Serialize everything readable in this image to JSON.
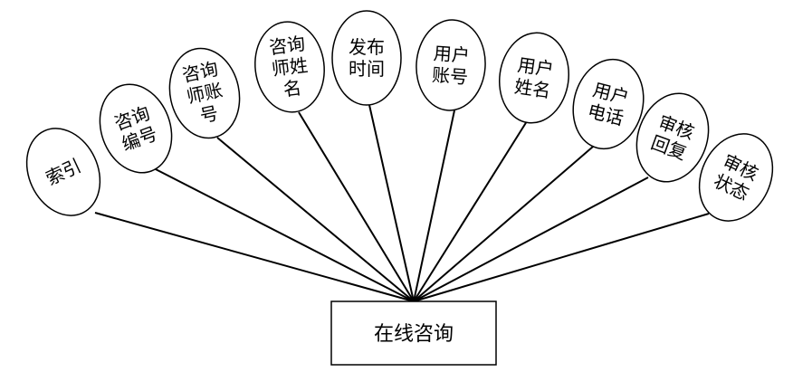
{
  "entity": {
    "label": "在线咨询"
  },
  "attributes": [
    {
      "lines": [
        "索引"
      ]
    },
    {
      "lines": [
        "咨询",
        "编号"
      ]
    },
    {
      "lines": [
        "咨询",
        "师账",
        "号"
      ]
    },
    {
      "lines": [
        "咨询",
        "师姓",
        "名"
      ]
    },
    {
      "lines": [
        "发布",
        "时间"
      ]
    },
    {
      "lines": [
        "用户",
        "账号"
      ]
    },
    {
      "lines": [
        "用户",
        "姓名"
      ]
    },
    {
      "lines": [
        "用户",
        "电话"
      ]
    },
    {
      "lines": [
        "审核",
        "回复"
      ]
    },
    {
      "lines": [
        "审核",
        "状态"
      ]
    }
  ],
  "colors": {
    "stroke": "#000000",
    "fill": "#ffffff"
  }
}
